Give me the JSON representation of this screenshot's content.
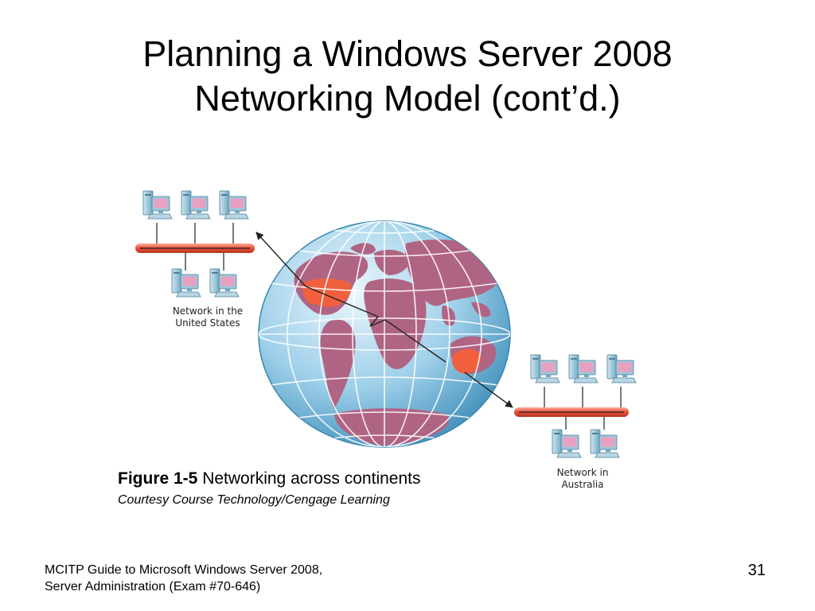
{
  "slide": {
    "title_line1": "Planning a Windows Server 2008",
    "title_line2": "Networking Model (cont’d.)"
  },
  "figure": {
    "us_network_label_line1": "Network in the",
    "us_network_label_line2": "United States",
    "au_network_label_line1": "Network in",
    "au_network_label_line2": "Australia",
    "colors": {
      "continent": "#b06484",
      "highlight": "#f0603c",
      "ocean": "#8fc8e6",
      "cable": "#e8553c"
    }
  },
  "caption": {
    "figure_number": "Figure 1-5",
    "text": " Networking across continents",
    "credit": "Courtesy Course Technology/Cengage Learning"
  },
  "footer": {
    "line1": "MCITP Guide to Microsoft Windows Server 2008,",
    "line2": "Server Administration (Exam #70-646)",
    "page_number": "31"
  }
}
